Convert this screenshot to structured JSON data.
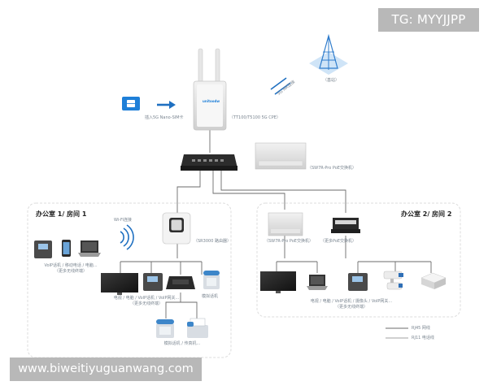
{
  "watermarks": {
    "tg": "TG: MYYJJPP",
    "site": "www.biweitiyuguanwang.com"
  },
  "sim": {
    "label": "插入5G Nano-SIM卡"
  },
  "cpe": {
    "brand": "unitoodw",
    "label": "（TT100/T5100 5G CPE）"
  },
  "tower": {
    "label": "（基站）",
    "link_label": "5G NR连接"
  },
  "switch_top": {
    "label": "（SW7R-Pro PoE交换机）"
  },
  "zone1": {
    "title": "办公室 1/ 房间 1",
    "wifi_label": "Wi-Fi连接",
    "router_label": "（SR3000 路由器）",
    "wireless_label_1": "VoIP话机 / 移动电话 / 电脑...",
    "wireless_label_2": "（更多无线终端）",
    "wired_label_1": "电视 / 电脑 / VoIP话机 / VoIP网关...",
    "wired_label_2": "（更多无线终端）",
    "analog_label": "模拟话机",
    "fax_label": "模拟话机 / 传真机..."
  },
  "zone2": {
    "title": "办公室 2/ 房间 2",
    "switch_label": "（SW7R-Pro PoE交换机）",
    "poe_label": "（更多PoE交换机）",
    "devices_label_1": "电视 / 电脑 / VoIP话机 / 摄像头 / VoIP网关...",
    "devices_label_2": "（更多无线终端）"
  },
  "legend": {
    "rj45": "RJ45 网线",
    "rj11": "RJ11 电话线"
  },
  "colors": {
    "line": "#6b6b6b",
    "arrow": "#1f70c1",
    "sim": "#1e7fd8",
    "zone_border": "#d9d9d9"
  }
}
